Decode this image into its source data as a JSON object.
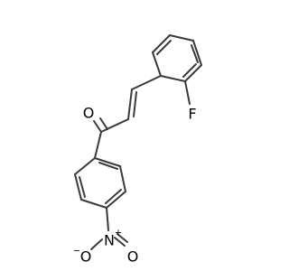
{
  "molecule": {
    "atoms": {
      "fluorine": "F",
      "carbonyl_oxygen": "O",
      "nitrogen": "N",
      "nitrogen_charge": "+",
      "nitro_oxygen_left": "O",
      "nitro_oxygen_left_charge": "−",
      "nitro_oxygen_right": "O"
    },
    "colors": {
      "bond": "#3a3a3a",
      "label": "#000000",
      "background": "#ffffff"
    }
  }
}
